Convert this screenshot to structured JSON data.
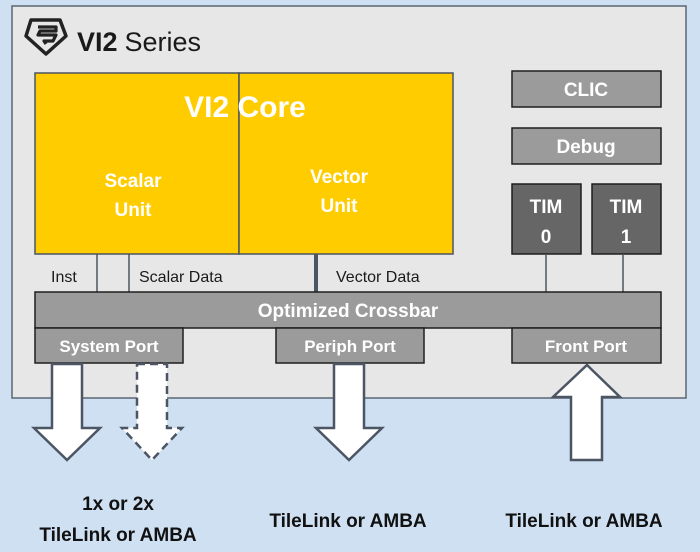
{
  "title": {
    "bold": "VI2",
    "regular": "Series"
  },
  "logo": {
    "icon": "sifive-shield-logo-icon"
  },
  "core": {
    "title": "VI2 Core",
    "scalar_unit": [
      "Scalar",
      "Unit"
    ],
    "vector_unit": [
      "Vector",
      "Unit"
    ]
  },
  "side_blocks": {
    "clic": "CLIC",
    "debug": "Debug",
    "tim0": [
      "TIM",
      "0"
    ],
    "tim1": [
      "TIM",
      "1"
    ]
  },
  "links": {
    "inst": "Inst",
    "scalar_data": "Scalar Data",
    "vector_data": "Vector Data"
  },
  "crossbar": {
    "label": "Optimized Crossbar"
  },
  "ports": {
    "system": "System Port",
    "periph": "Periph Port",
    "front": "Front Port"
  },
  "port_captions": {
    "system": [
      "1x or 2x",
      "TileLink or AMBA"
    ],
    "periph": "TileLink or AMBA",
    "front": "TileLink or AMBA"
  },
  "colors": {
    "background": "#cfe0f2",
    "series_box": "#e7e7e7",
    "core_fill": "#ffcc00",
    "block_light": "#9b9b9b",
    "block_dark": "#666666",
    "outline": "#4b5563",
    "white": "#ffffff"
  }
}
